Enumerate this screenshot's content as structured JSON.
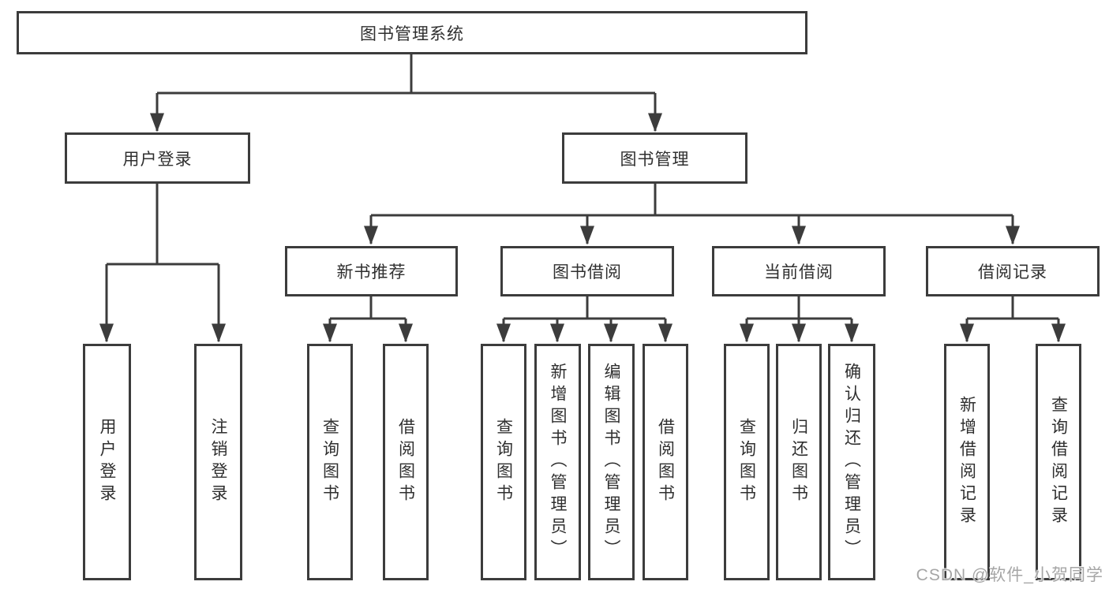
{
  "colors": {
    "line": "#3c3c3c",
    "box_border": "#3c3c3c",
    "text": "#2f2f2f",
    "background": "#ffffff",
    "watermark_text": "#a6a6a6"
  },
  "tree": {
    "label": "图书管理系统",
    "children": [
      {
        "label": "用户登录",
        "children": [
          {
            "label": "用户登录"
          },
          {
            "label": "注销登录"
          }
        ]
      },
      {
        "label": "图书管理",
        "children": [
          {
            "label": "新书推荐",
            "children": [
              {
                "label": "查询图书"
              },
              {
                "label": "借阅图书"
              }
            ]
          },
          {
            "label": "图书借阅",
            "children": [
              {
                "label": "查询图书"
              },
              {
                "label": "新增图书（管理员）"
              },
              {
                "label": "编辑图书（管理员）"
              },
              {
                "label": "借阅图书"
              }
            ]
          },
          {
            "label": "当前借阅",
            "children": [
              {
                "label": "查询图书"
              },
              {
                "label": "归还图书"
              },
              {
                "label": "确认归还（管理员）"
              }
            ]
          },
          {
            "label": "借阅记录",
            "children": [
              {
                "label": "新增借阅记录"
              },
              {
                "label": "查询借阅记录"
              }
            ]
          }
        ]
      }
    ]
  },
  "watermark": "CSDN @软件_小贺同学"
}
